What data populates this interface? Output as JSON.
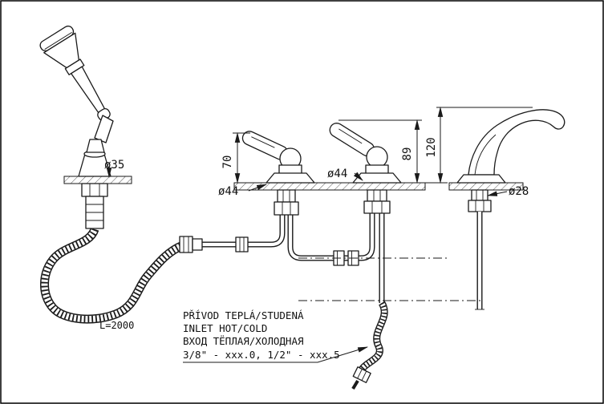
{
  "drawing": {
    "dimensions": {
      "holder_diameter": "ø35",
      "left_valve_diameter": "ø44",
      "right_valve_diameter": "ø44",
      "spout_diameter": "ø28",
      "left_lever_height": "70",
      "right_valve_height": "89",
      "spout_height": "120",
      "hose_length": "L=2000"
    },
    "notes": {
      "line_cs": "PŘÍVOD TEPLÁ/STUDENÁ",
      "line_en": "INLET HOT/COLD",
      "line_ru": "ВХОД ТЁПЛАЯ/ХОЛОДНАЯ",
      "line_thread": "3/8\" -  xxx.0,  1/2\" -  xxx.5"
    },
    "colors": {
      "ink": "#1a1a1a",
      "paper": "#ffffff"
    }
  }
}
